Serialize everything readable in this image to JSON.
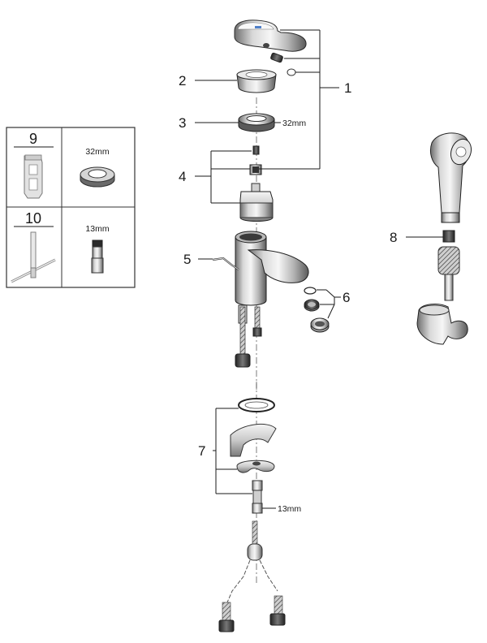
{
  "callouts": {
    "c1": "1",
    "c2": "2",
    "c3": "3",
    "c4": "4",
    "c5": "5",
    "c6": "6",
    "c7": "7",
    "c8": "8"
  },
  "dimensions": {
    "nut_size": "32mm",
    "hose_nut_size": "13mm"
  },
  "tools_panel": {
    "tool_9": {
      "number": "9",
      "size": "32mm"
    },
    "tool_10": {
      "number": "10",
      "size": "13mm"
    }
  }
}
